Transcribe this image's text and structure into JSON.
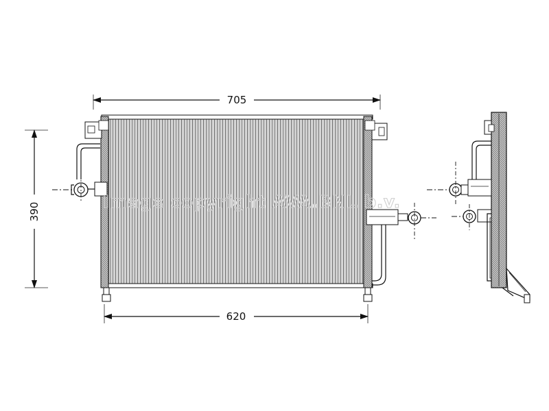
{
  "dimensions": {
    "width": "705",
    "height": "390",
    "core_width": "620"
  },
  "watermark": "Image copyright AVA.BNL b.v."
}
